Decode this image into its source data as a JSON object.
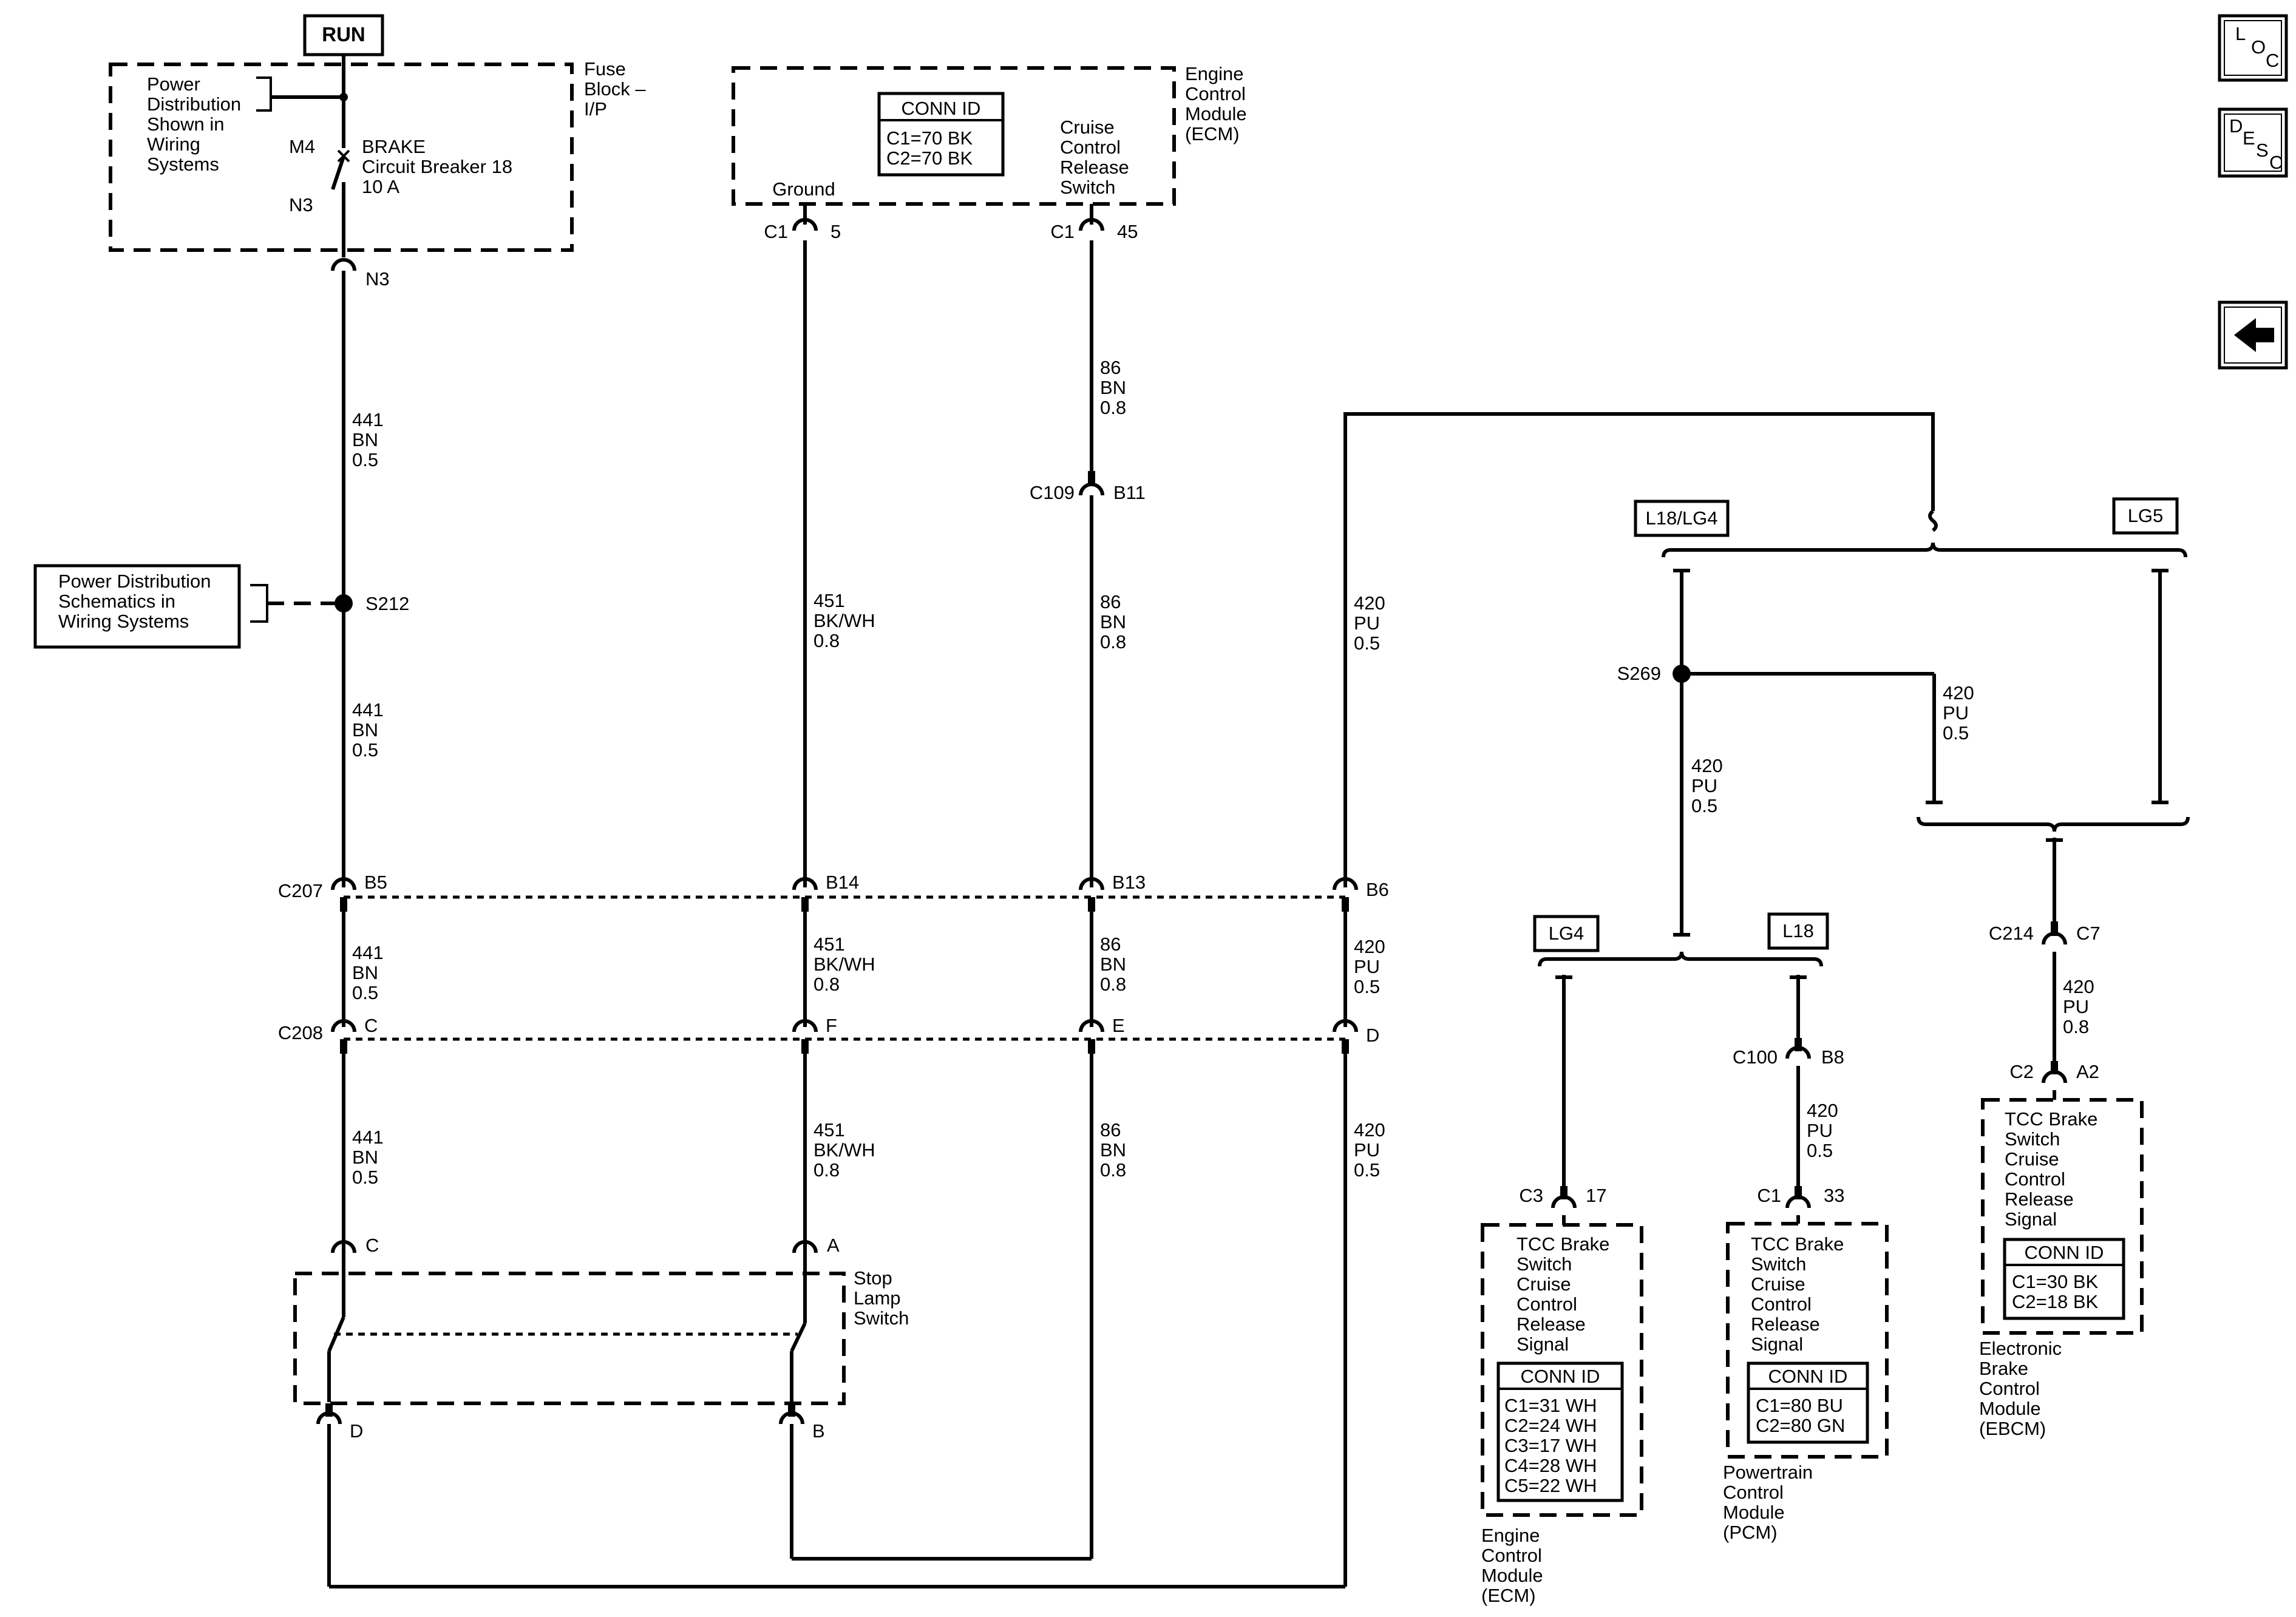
{
  "fuse_block": {
    "run_label": "RUN",
    "title_lines": [
      "Fuse",
      "Block –",
      "I/P"
    ],
    "power_dist_lines": [
      "Power",
      "Distribution",
      "Shown in",
      "Wiring",
      "Systems"
    ],
    "m4": "M4",
    "n3_inner": "N3",
    "breaker_lines": [
      "BRAKE",
      "Circuit Breaker 18",
      "10 A"
    ]
  },
  "ecm_top": {
    "title_lines": [
      "Engine",
      "Control",
      "Module",
      "(ECM)"
    ],
    "conn_id_label": "CONN ID",
    "conn_lines": [
      "C1=70 BK",
      "C2=70 BK"
    ],
    "ground_label": "Ground",
    "cruise_lines": [
      "Cruise",
      "Control",
      "Release",
      "Switch"
    ],
    "pin_ground_conn": "C1",
    "pin_ground_num": "5",
    "pin_cruise_conn": "C1",
    "pin_cruise_num": "45"
  },
  "power_dist_ref": {
    "lines": [
      "Power Distribution",
      "Schematics in",
      "Wiring Systems"
    ]
  },
  "connectors": {
    "n3": "N3",
    "s212": "S212",
    "c109": "C109",
    "b11": "B11",
    "c207": "C207",
    "c207_pins": [
      "B5",
      "B14",
      "B13",
      "B6"
    ],
    "c208": "C208",
    "c208_pins": [
      "C",
      "F",
      "E",
      "D"
    ],
    "s269": "S269",
    "c214": "C214",
    "c214_pin": "C7",
    "c100": "C100",
    "c100_pin": "B8"
  },
  "wires": {
    "w441": [
      "441",
      "BN",
      "0.5"
    ],
    "w451": [
      "451",
      "BK/WH",
      "0.8"
    ],
    "w86": [
      "86",
      "BN",
      "0.8"
    ],
    "w420_05": [
      "420",
      "PU",
      "0.5"
    ],
    "w420_08": [
      "420",
      "PU",
      "0.8"
    ]
  },
  "stop_lamp": {
    "title_lines": [
      "Stop",
      "Lamp",
      "Switch"
    ],
    "pins": [
      "C",
      "A",
      "D",
      "B"
    ]
  },
  "options": {
    "l18_lg4": "L18/LG4",
    "lg5": "LG5",
    "lg4": "LG4",
    "l18": "L18"
  },
  "ecm_bottom": {
    "pin_conn": "C3",
    "pin_num": "17",
    "signal_lines": [
      "TCC Brake",
      "Switch",
      "Cruise",
      "Control",
      "Release",
      "Signal"
    ],
    "conn_id_label": "CONN ID",
    "conn_lines": [
      "C1=31 WH",
      "C2=24 WH",
      "C3=17 WH",
      "C4=28 WH",
      "C5=22 WH"
    ],
    "title_lines": [
      "Engine",
      "Control",
      "Module",
      "(ECM)"
    ]
  },
  "pcm": {
    "pin_conn": "C1",
    "pin_num": "33",
    "signal_lines": [
      "TCC Brake",
      "Switch",
      "Cruise",
      "Control",
      "Release",
      "Signal"
    ],
    "conn_id_label": "CONN ID",
    "conn_lines": [
      "C1=80 BU",
      "C2=80 GN"
    ],
    "title_lines": [
      "Powertrain",
      "Control",
      "Module",
      "(PCM)"
    ]
  },
  "ebcm": {
    "pin_conn": "C2",
    "pin_num": "A2",
    "signal_lines": [
      "TCC Brake",
      "Switch",
      "Cruise",
      "Control",
      "Release",
      "Signal"
    ],
    "conn_id_label": "CONN ID",
    "conn_lines": [
      "C1=30 BK",
      "C2=18 BK"
    ],
    "title_lines": [
      "Electronic",
      "Brake",
      "Control",
      "Module",
      "(EBCM)"
    ]
  },
  "nav": {
    "loc": [
      "L",
      "O",
      "C"
    ],
    "desc": [
      "D",
      "E",
      "S",
      "C"
    ],
    "back_icon": "left-arrow-icon"
  }
}
